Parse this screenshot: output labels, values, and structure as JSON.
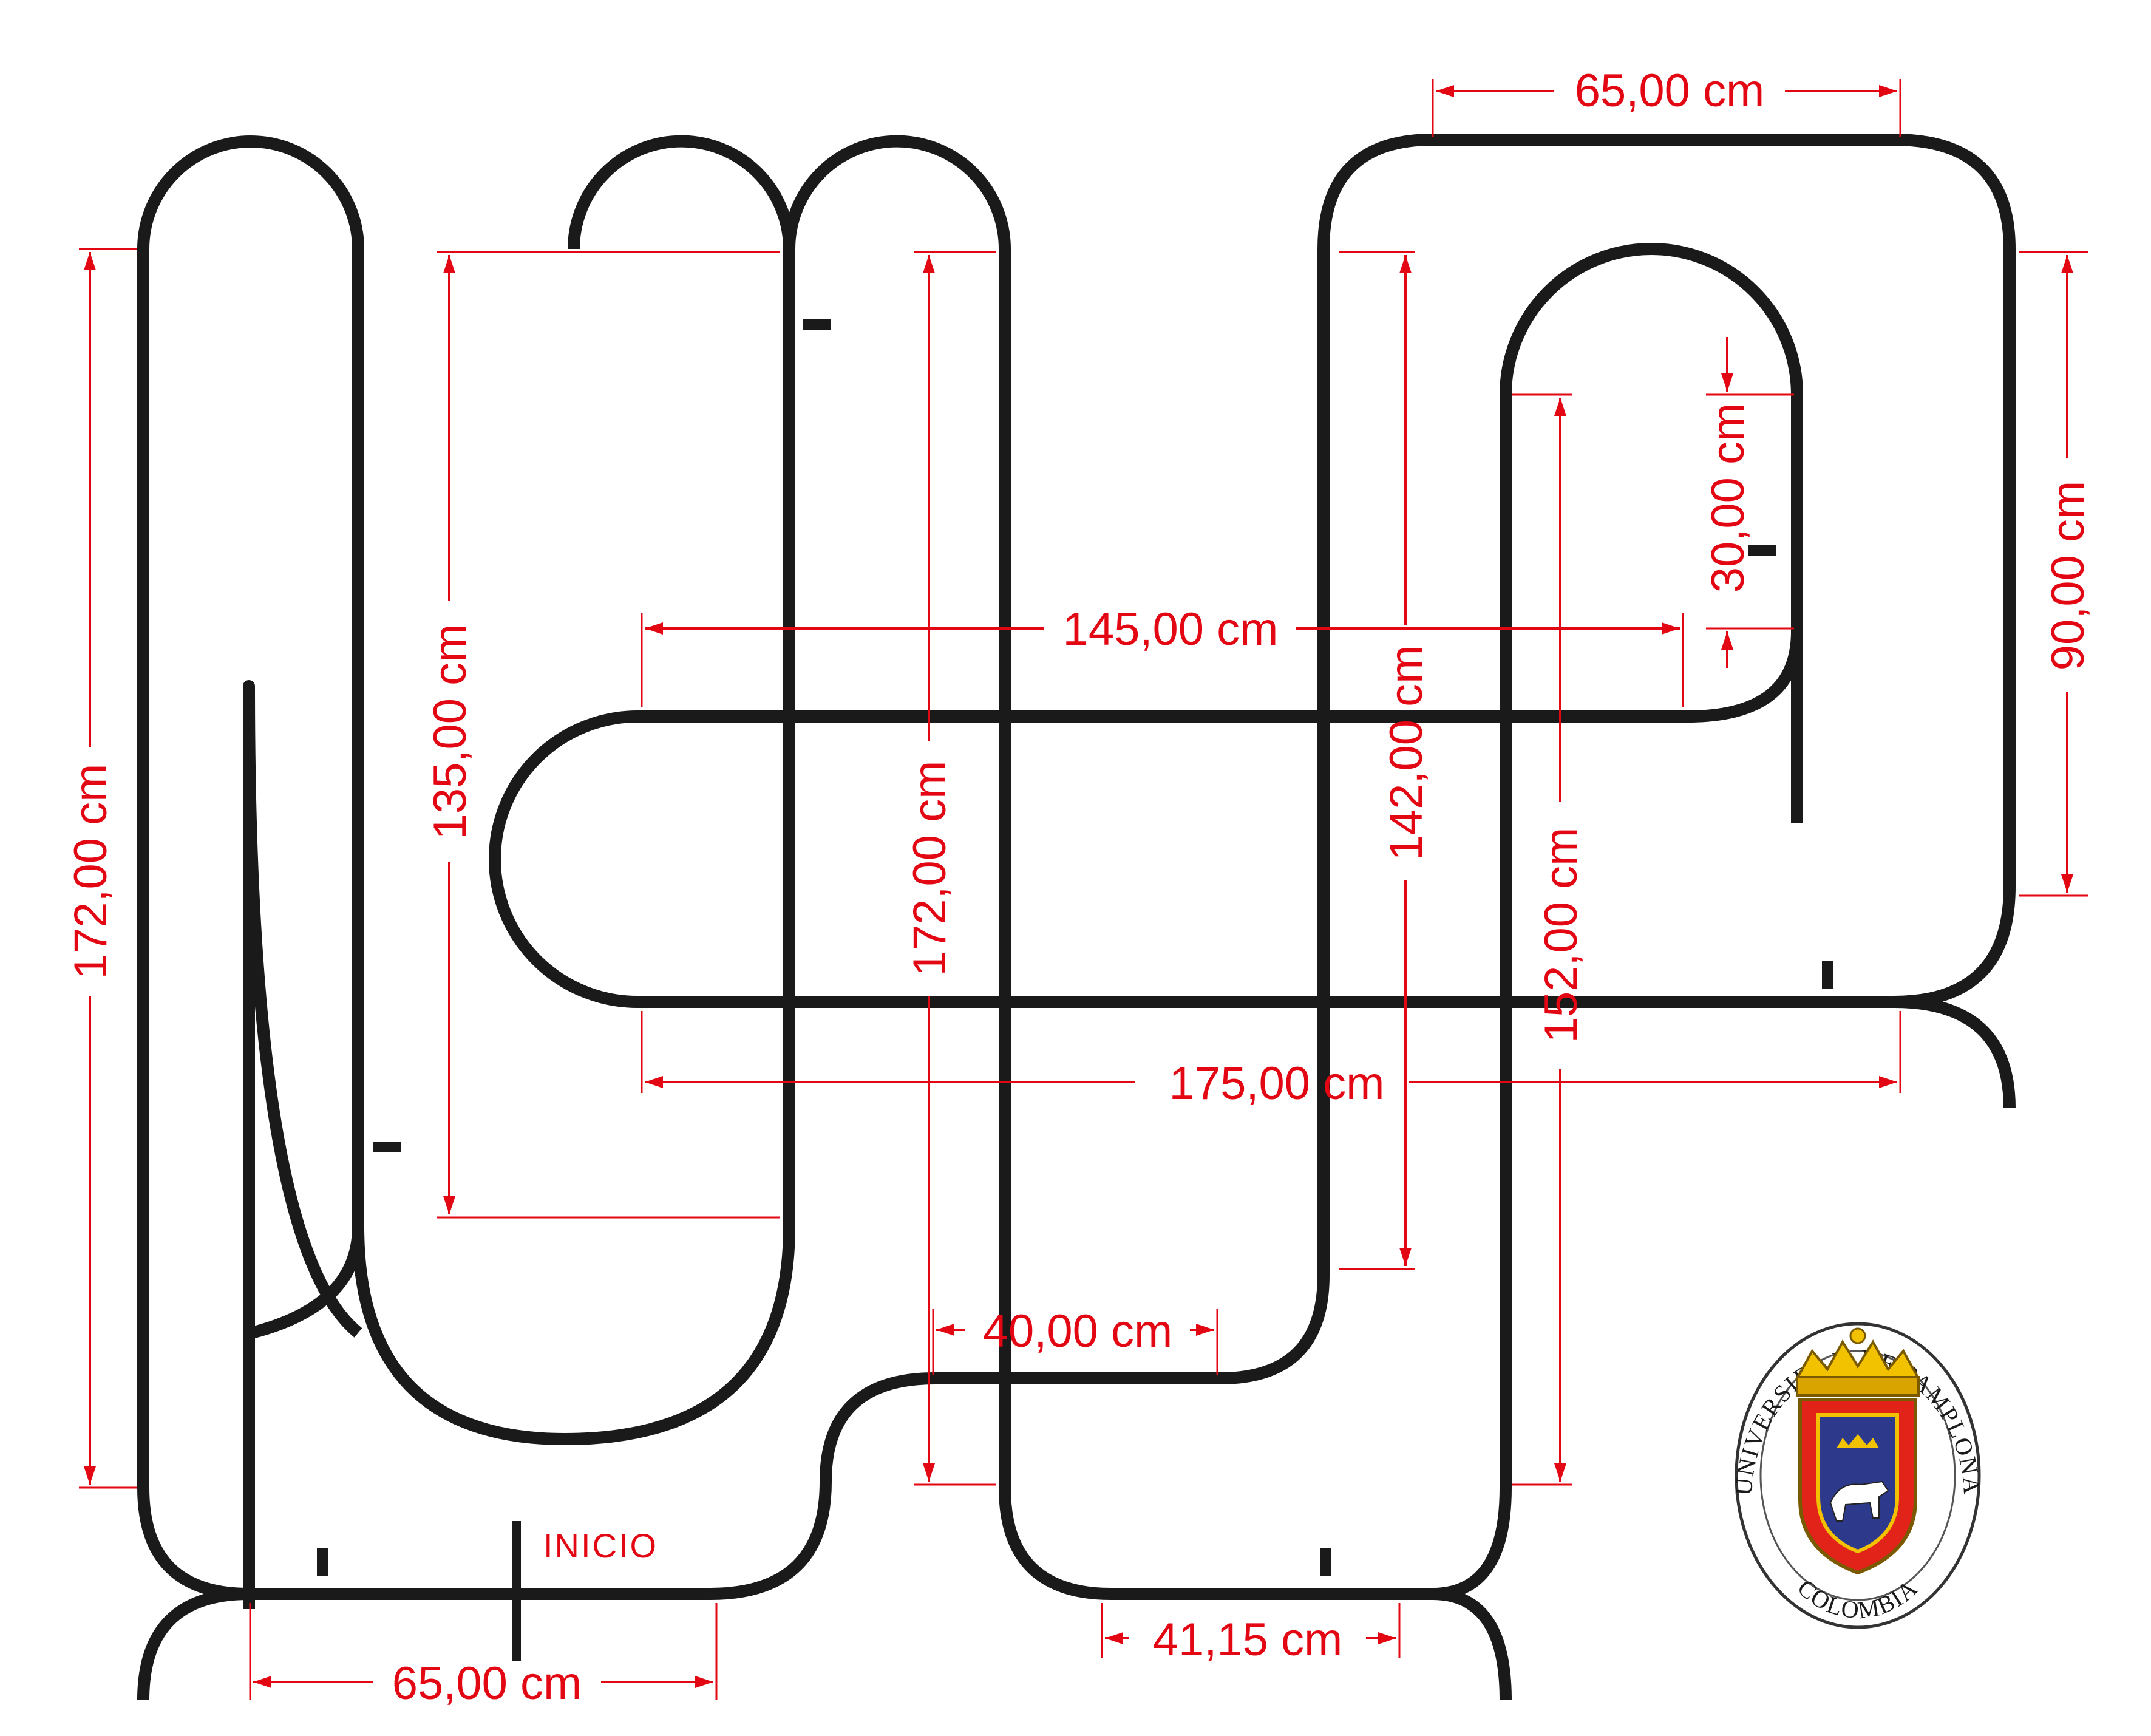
{
  "colors": {
    "track": "#1a1a1a",
    "dimension": "#e30613",
    "background": "#ffffff"
  },
  "labels": {
    "start": "INICIO"
  },
  "dimensions": {
    "top_right_width": "65,00 cm",
    "left_height": "172,00 cm",
    "inner_u_height": "135,00 cm",
    "center_height": "172,00 cm",
    "wide_loop_width": "145,00 cm",
    "right_inner_height": "142,00 cm",
    "right_loop_height": "152,00 cm",
    "small_gap": "30,00 cm",
    "far_right_height": "90,00 cm",
    "bottom_loop_width": "175,00 cm",
    "step_width": "40,00 cm",
    "bottom_right_width": "41,15 cm",
    "bottom_left_width": "65,00 cm"
  },
  "logo": {
    "name": "UNIVERSIDAD DE PAMPLONA",
    "country": "COLOMBIA"
  }
}
